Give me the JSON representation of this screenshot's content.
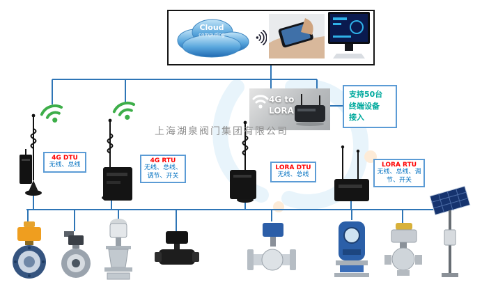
{
  "colors": {
    "connector_blue": "#2E75B6",
    "box_border_blue": "#5B9BD5",
    "label_title_red": "#FF0000",
    "label_desc_blue": "#0070C0",
    "support_text_teal": "#00A99D",
    "wifi_green": "#3DAE49",
    "watermark_gray": "#8F8F8F"
  },
  "cloud": {
    "title": "Cloud",
    "subtitle": "computing"
  },
  "gateway": {
    "line1": "4G to",
    "line2": "LORA"
  },
  "support_box": {
    "line1": "支持50台",
    "line2": "终端设备",
    "line3": "接入"
  },
  "device_labels": [
    {
      "title": "4G DTU",
      "desc": "无线、总线"
    },
    {
      "title": "4G RTU",
      "desc": "无线、总线、调节、开关"
    },
    {
      "title": "LORA DTU",
      "desc": "无线、总线"
    },
    {
      "title": "LORA RTU",
      "desc": "无线、总线、调节、开关"
    }
  ],
  "watermark": {
    "company": "上海湖泉阀门集团有限公司"
  },
  "icons": {
    "cloud": "cloud-computing-icon",
    "wifi": "wifi-signal-icon",
    "antenna": "telescopic-antenna-icon",
    "products": [
      "butterfly-valve-yellow-electric-actuator",
      "butterfly-valve-compact-actuator",
      "gate-valve-electric-actuator",
      "black-plastic-ball-valve-actuator",
      "flanged-ball-valve-blue-actuator",
      "blue-electric-actuator-valve",
      "ball-valve-electric-actuator",
      "solar-power-pole-station"
    ]
  }
}
